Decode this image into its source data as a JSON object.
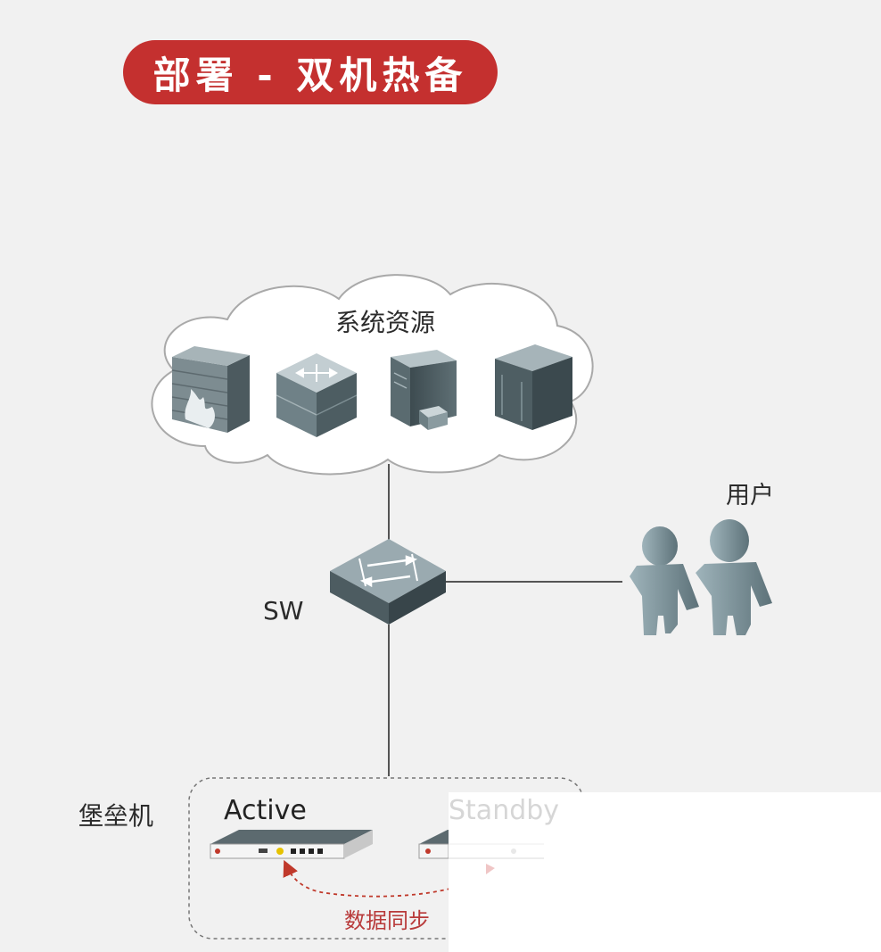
{
  "title": "部署 - 双机热备",
  "nodes": {
    "resources_label": "系统资源",
    "user_label": "用户",
    "switch_label": "SW",
    "bastion_label": "堡垒机",
    "active_label": "Active",
    "standby_label": "Standby",
    "sync_label": "数据同步"
  },
  "colors": {
    "title_bg": "#c4302f",
    "sync_arrow": "#c0392b",
    "device_gray": "#6b7f86",
    "line": "#555555"
  }
}
